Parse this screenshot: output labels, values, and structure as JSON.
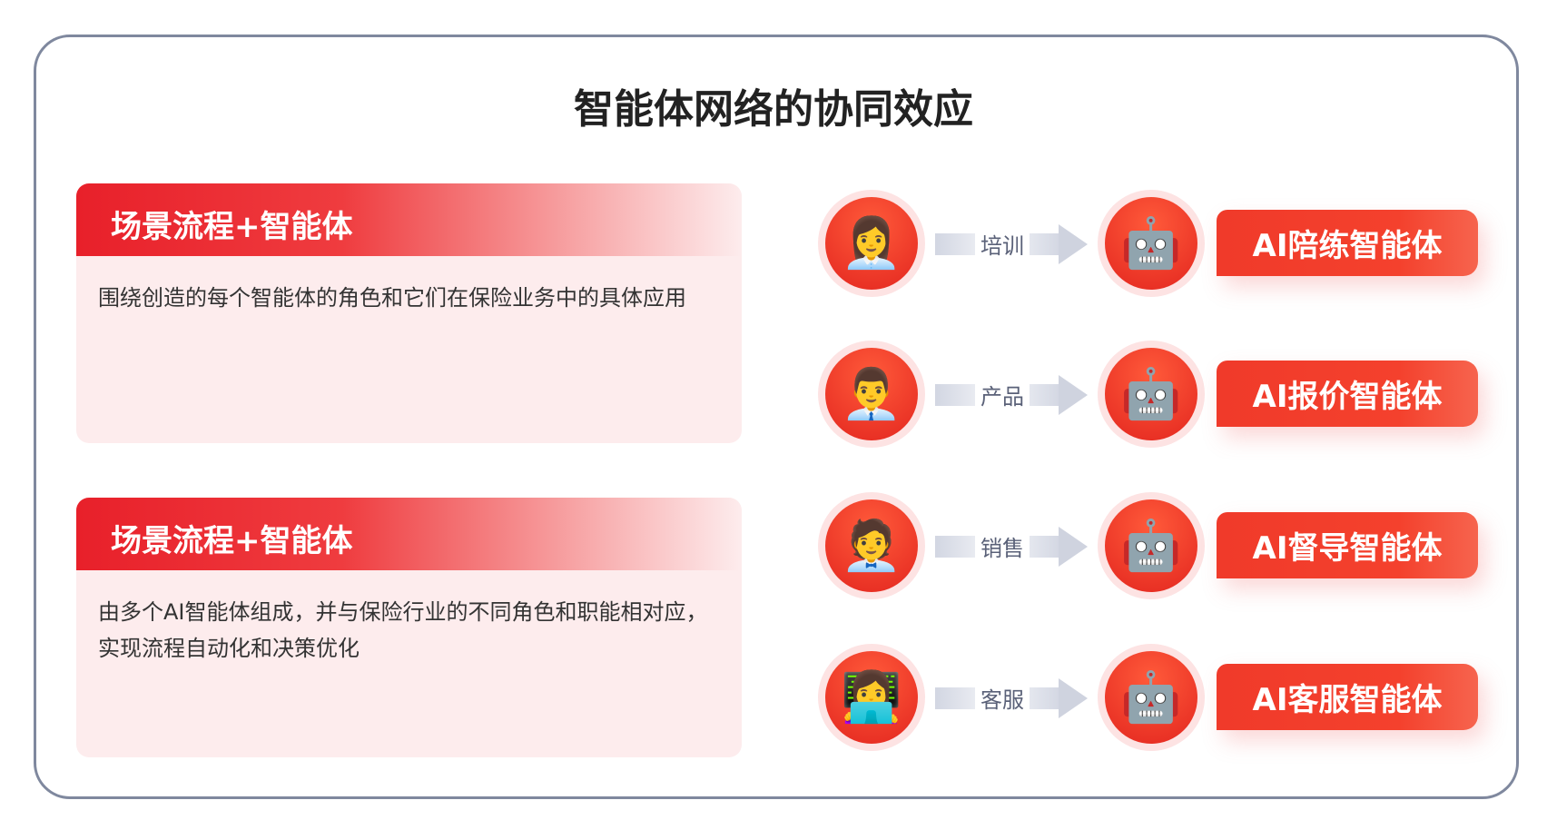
{
  "title": "智能体网络的协同效应",
  "panels": [
    {
      "header": "场景流程+智能体",
      "body": "围绕创造的每个智能体的角色和它们在保险业务中的具体应用"
    },
    {
      "header": "场景流程+智能体",
      "body": "由多个AI智能体组成，并与保险行业的不同角色和职能相对应，实现流程自动化和决策优化"
    }
  ],
  "rows": [
    {
      "person": "trainer-avatar",
      "action": "培训",
      "agent": "AI陪练智能体"
    },
    {
      "person": "product-avatar",
      "action": "产品",
      "agent": "AI报价智能体"
    },
    {
      "person": "sales-avatar",
      "action": "销售",
      "agent": "AI督导智能体"
    },
    {
      "person": "service-avatar",
      "action": "客服",
      "agent": "AI客服智能体"
    }
  ]
}
